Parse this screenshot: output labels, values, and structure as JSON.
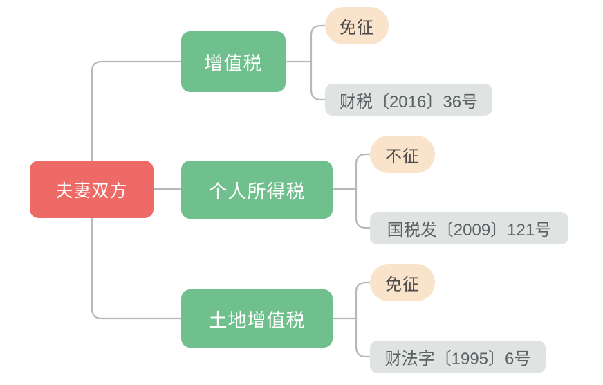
{
  "diagram": {
    "type": "mindmap",
    "orientation": "left-to-right",
    "colors": {
      "root": "#ee6a67",
      "category": "#6fc08d",
      "status": "#fae3cb",
      "reference": "#dfe3e2",
      "connector": "#b4b9bb",
      "background": "#ffffff"
    },
    "root": {
      "label": "夫妻双方"
    },
    "branches": [
      {
        "category": "增值税",
        "status": "免征",
        "reference": "财税〔2016〕36号"
      },
      {
        "category": "个人所得税",
        "status": "不征",
        "reference": "国税发〔2009〕121号"
      },
      {
        "category": "土地增值税",
        "status": "免征",
        "reference": "财法字〔1995〕6号"
      }
    ]
  }
}
